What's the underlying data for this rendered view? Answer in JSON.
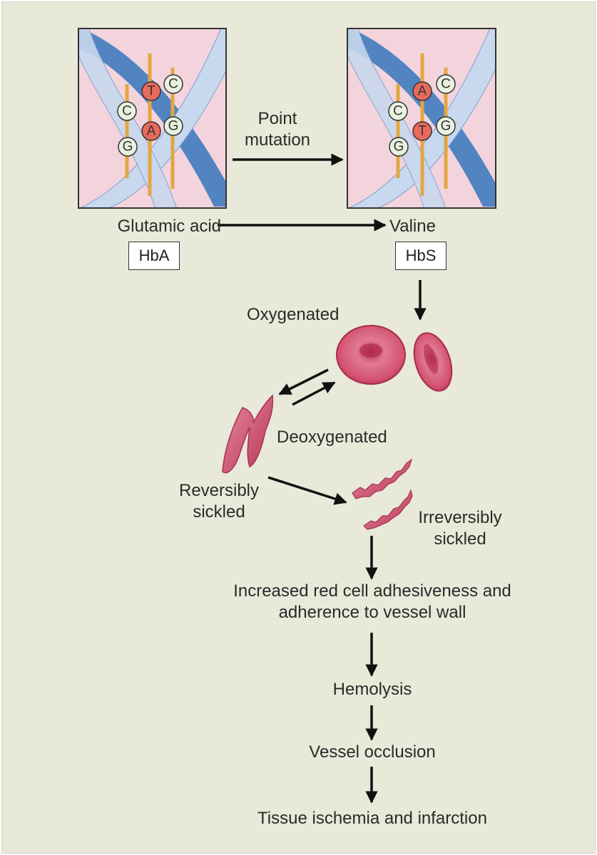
{
  "colors": {
    "background": "#e8e9d9",
    "dna_panel": "#f3d4dc",
    "helix_dark": "#4a7fc0",
    "helix_light": "#c8d8ee",
    "rung": "#e3a640",
    "base_normal": "#e9f2e0",
    "base_mutant": "#e86a5c",
    "cell": "#cf4a6b",
    "arrow": "#111111"
  },
  "dna_left": {
    "bases": [
      {
        "letter": "T",
        "mutant": true
      },
      {
        "letter": "C",
        "mutant": false
      },
      {
        "letter": "C",
        "mutant": false
      },
      {
        "letter": "A",
        "mutant": true
      },
      {
        "letter": "G",
        "mutant": false
      },
      {
        "letter": "G",
        "mutant": false
      }
    ]
  },
  "dna_right": {
    "bases": [
      {
        "letter": "A",
        "mutant": true
      },
      {
        "letter": "C",
        "mutant": false
      },
      {
        "letter": "C",
        "mutant": false
      },
      {
        "letter": "T",
        "mutant": true
      },
      {
        "letter": "G",
        "mutant": false
      },
      {
        "letter": "G",
        "mutant": false
      }
    ]
  },
  "labels": {
    "point_mutation": "Point\nmutation",
    "glutamic_acid": "Glutamic acid",
    "valine": "Valine",
    "hba": "HbA",
    "hbs": "HbS",
    "oxygenated": "Oxygenated",
    "deoxygenated": "Deoxygenated",
    "reversibly_sickled": "Reversibly\nsickled",
    "irreversibly_sickled": "Irreversibly\nsickled",
    "adhesiveness": "Increased red cell adhesiveness and\nadherence to vessel wall",
    "hemolysis": "Hemolysis",
    "vessel_occlusion": "Vessel occlusion",
    "tissue_ischemia": "Tissue ischemia and infarction"
  }
}
